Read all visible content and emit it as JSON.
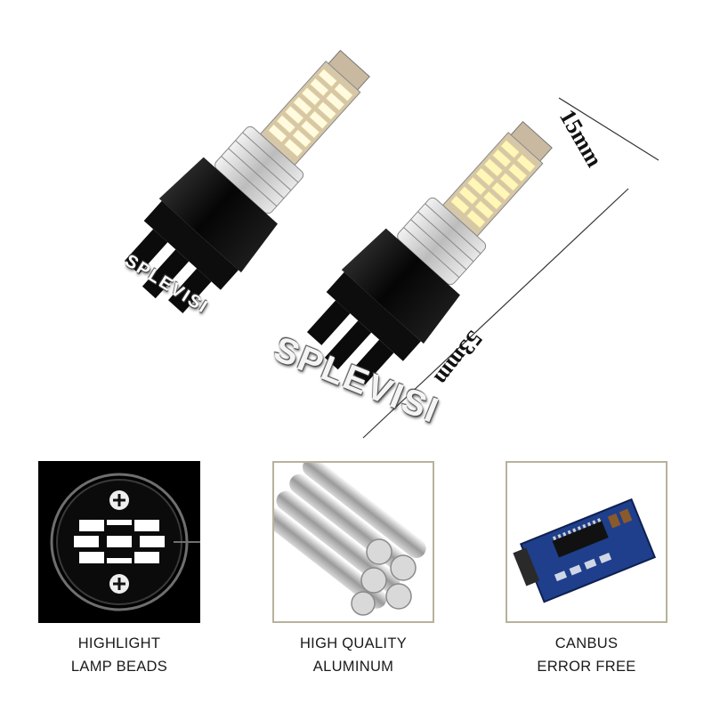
{
  "brand": {
    "watermark": "SPLEVISI"
  },
  "dimensions": {
    "width_label": "15mm",
    "length_label": "53mm"
  },
  "features": [
    {
      "icon": "led-lamp-beads-icon",
      "line1": "HIGHLIGHT",
      "line2": "LAMP BEADS"
    },
    {
      "icon": "aluminum-rods-icon",
      "line1": "HIGH QUALITY",
      "line2": "ALUMINUM"
    },
    {
      "icon": "canbus-decoder-icon",
      "line1": "CANBUS",
      "line2": "ERROR FREE"
    }
  ],
  "colors": {
    "led_yellow": "#fff7b8",
    "bulb_black": "#0a0a0a",
    "panel_border": "#b8b19b",
    "pcb_blue": "#1f3f8c"
  }
}
